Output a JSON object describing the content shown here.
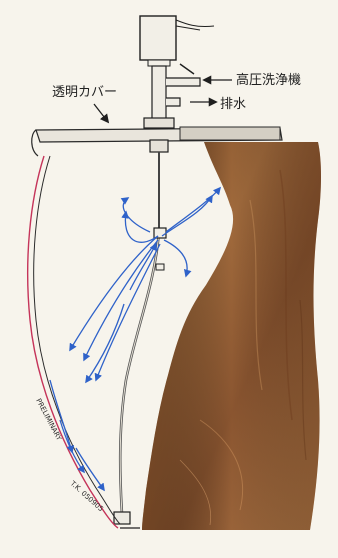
{
  "labels": {
    "transparent_cover": "透明カバー",
    "high_pressure_washer": "高圧洗浄機",
    "drain": "排水",
    "preliminary_note": "PRELIMINARY",
    "author_date": "T.K. 050905"
  }
}
